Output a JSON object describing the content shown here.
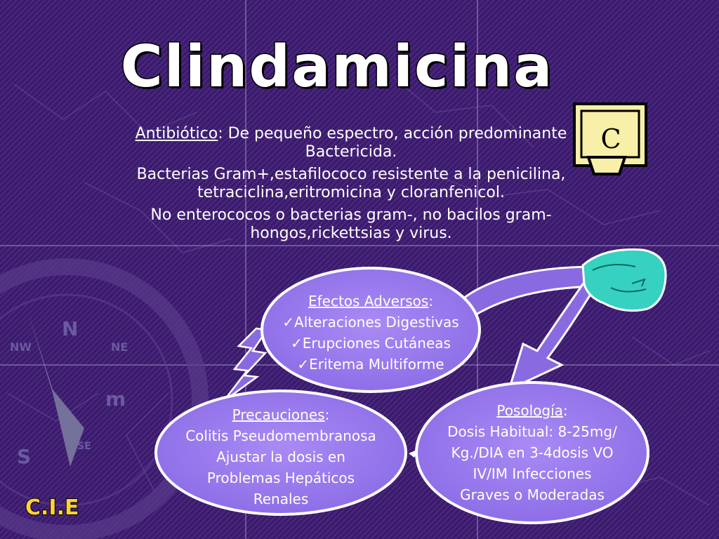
{
  "title": "Clindamicina",
  "intro": {
    "antibiotic_label": "Antibiótico",
    "antibiotic_text": ": De pequeño espectro, acción predominante Bactericida.",
    "bacteria_text": "Bacterias Gram+,estafilococo resistente a la penicilina, tetraciclina,eritromicina y cloranfenicol.",
    "exclusions_text": "No enterococos o bacterias gram-, no bacilos gram- hongos,rickettsias y virus."
  },
  "adverse_effects": {
    "heading": "Efectos Adversos",
    "colon": ":",
    "items": [
      "✓Alteraciones Digestivas",
      "✓Erupciones Cutáneas",
      "✓Eritema Multiforme"
    ]
  },
  "precautions": {
    "heading": "Precauciones",
    "colon": ":",
    "lines": [
      "Colitis Pseudomembranosa",
      "Ajustar la dosis en",
      "Problemas Hepáticos",
      "Renales"
    ]
  },
  "dosage": {
    "heading": "Posología",
    "colon": ":",
    "lines": [
      "Dosis Habitual: 8-25mg/",
      "Kg./DIA en 3-4dosis VO",
      "IV/IM Infecciones",
      "Graves o Moderadas"
    ]
  },
  "logo_text": "C.I.E",
  "sign_letter": "C",
  "compass_letters": [
    "N",
    "NW",
    "NE",
    "S",
    "SE",
    "m"
  ],
  "colors": {
    "background": "#3a1a6a",
    "oval_fill": "#9a7aee",
    "arrow_fill": "#8a6ae0",
    "sign_fill": "#f8efa8",
    "hand_fill": "#36d1c0",
    "logo": "#ffd23a"
  }
}
